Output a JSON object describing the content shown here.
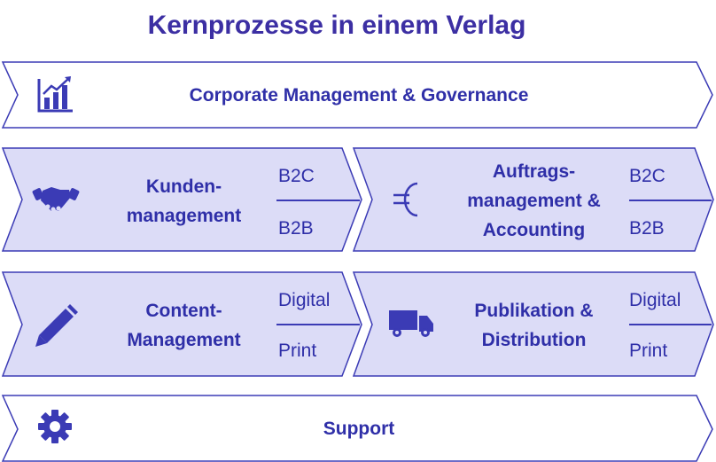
{
  "title": "Kernprozesse in einem Verlag",
  "bands": {
    "corporate": {
      "label": "Corporate Management & Governance",
      "icon": "bar-chart-icon"
    },
    "support": {
      "label": "Support",
      "icon": "gear-icon"
    }
  },
  "processes": {
    "kunden": {
      "line1": "Kunden-",
      "line2": "management",
      "top": "B2C",
      "bottom": "B2B",
      "icon": "handshake-icon"
    },
    "auftrags": {
      "line1": "Auftrags-",
      "line2": "management &",
      "line3": "Accounting",
      "top": "B2C",
      "bottom": "B2B",
      "icon": "euro-icon"
    },
    "content": {
      "line1": "Content-",
      "line2": "Management",
      "top": "Digital",
      "bottom": "Print",
      "icon": "pencil-icon"
    },
    "publikation": {
      "line1": "Publikation &",
      "line2": "Distribution",
      "top": "Digital",
      "bottom": "Print",
      "icon": "truck-icon"
    }
  },
  "colors": {
    "fill": "#dcdcf7",
    "stroke": "#3b3bb5",
    "text": "#2f2fa8"
  }
}
